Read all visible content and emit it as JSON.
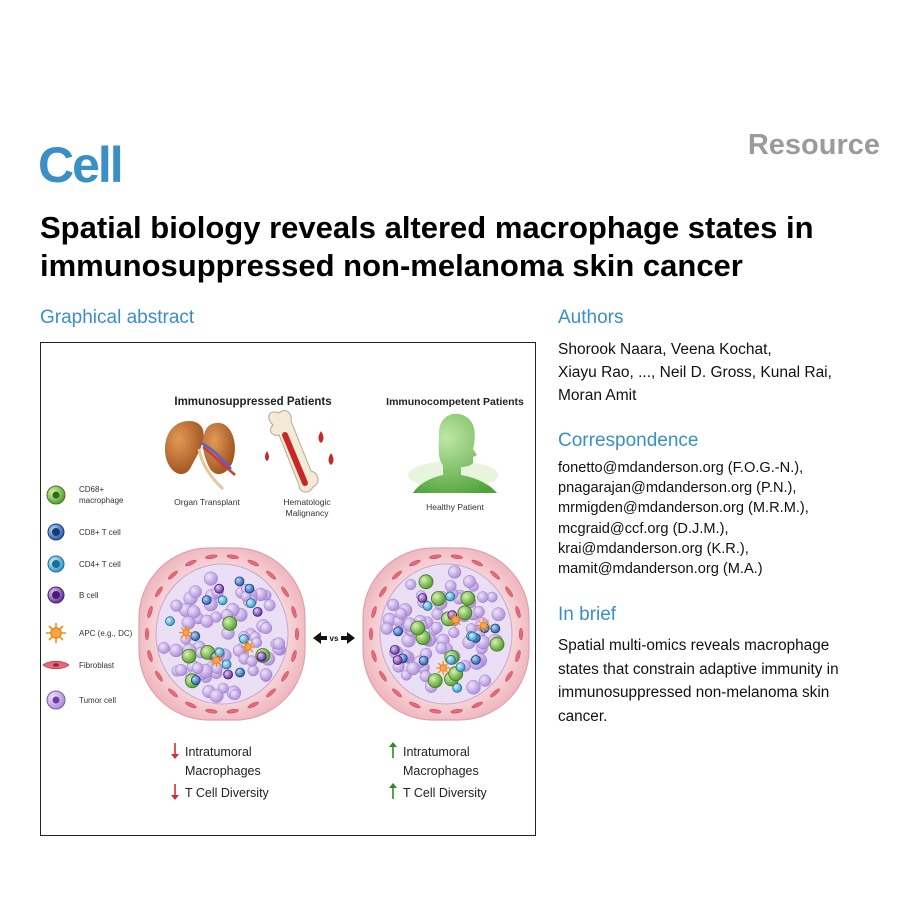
{
  "header": {
    "journal": "Cell",
    "article_type": "Resource",
    "title_line1": "Spatial biology reveals altered macrophage states in",
    "title_line2": "immunosuppressed non-melanoma skin cancer"
  },
  "graphical_abstract": {
    "heading": "Graphical abstract",
    "left_group_title": "Immunosuppressed Patients",
    "right_group_title": "Immunocompetent Patients",
    "organ_transplant_label": "Organ Transplant",
    "heme_label_line1": "Hematologic",
    "heme_label_line2": "Malignancy",
    "healthy_label": "Healthy Patient",
    "vs_label": "vs",
    "legend": [
      {
        "label_line1": "CD68+",
        "label_line2": "macrophage",
        "icon": "macrophage-cell-icon",
        "color": "#6dbb3a"
      },
      {
        "label_line1": "CD8+ T cell",
        "label_line2": "",
        "icon": "cd8-t-cell-icon",
        "color": "#2f6fc2"
      },
      {
        "label_line1": "CD4+ T cell",
        "label_line2": "",
        "icon": "cd4-t-cell-icon",
        "color": "#3aa6d6"
      },
      {
        "label_line1": "B cell",
        "label_line2": "",
        "icon": "b-cell-icon",
        "color": "#7b3fb5"
      },
      {
        "label_line1": "APC (e.g., DC)",
        "label_line2": "",
        "icon": "apc-dendritic-cell-icon",
        "color": "#f08a1c"
      },
      {
        "label_line1": "Fibroblast",
        "label_line2": "",
        "icon": "fibroblast-icon",
        "color": "#d9425a"
      },
      {
        "label_line1": "Tumor cell",
        "label_line2": "",
        "icon": "tumor-cell-icon",
        "color": "#a98ad6"
      }
    ],
    "left_outcome": {
      "line1": "Intratumoral",
      "line2": "Macrophages",
      "line3": "T Cell Diversity",
      "arrow_direction": "down",
      "arrow_color": "#d0312d"
    },
    "right_outcome": {
      "line1": "Intratumoral",
      "line2": "Macrophages",
      "line3": "T Cell Diversity",
      "arrow_direction": "up",
      "arrow_color": "#2e8b2e"
    }
  },
  "authors": {
    "heading": "Authors",
    "line1": "Shorook Naara, Veena Kochat,",
    "line2": "Xiayu Rao, ..., Neil D. Gross, Kunal Rai,",
    "line3": "Moran Amit"
  },
  "correspondence": {
    "heading": "Correspondence",
    "emails": [
      "fonetto@mdanderson.org (F.O.G.-N.),",
      "pnagarajan@mdanderson.org (P.N.),",
      "mrmigden@mdanderson.org (M.R.M.),",
      "mcgraid@ccf.org (D.J.M.),",
      "krai@mdanderson.org (K.R.),",
      "mamit@mdanderson.org (M.A.)"
    ]
  },
  "in_brief": {
    "heading": "In brief",
    "line1": "Spatial multi-omics reveals macrophage",
    "line2": "states that constrain adaptive immunity in",
    "line3": "immunosuppressed non-melanoma skin",
    "line4": "cancer."
  },
  "colors": {
    "brand_blue": "#3a8fc6",
    "type_gray": "#9b9b9b",
    "tissue_pink": "#f3c9cf",
    "kidney_brown": "#b5652a",
    "healthy_green": "#5fb84a"
  }
}
